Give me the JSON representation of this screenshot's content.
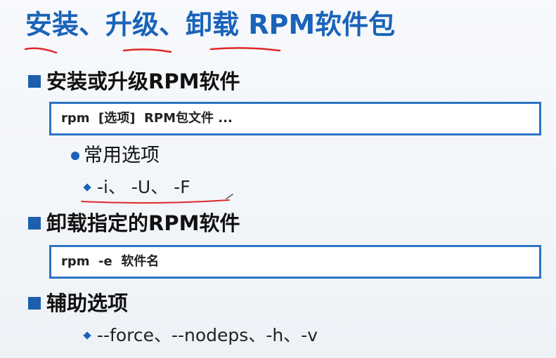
{
  "title": {
    "part1": "安装、升级、卸载",
    "part2": " RPM软件包"
  },
  "sections": [
    {
      "heading": "安装或升级RPM软件",
      "command": "rpm  [选项]  RPM包文件 ...",
      "sub_label": "常用选项",
      "options": "-i、 -U、 -F"
    },
    {
      "heading": "卸载指定的RPM软件",
      "command": "rpm  -e  软件名"
    },
    {
      "heading": "辅助选项",
      "options": "--force、--nodeps、-h、-v"
    }
  ],
  "colors": {
    "title": "#1a63b8",
    "bullet": "#1c5fae",
    "box_border": "#2d74c4",
    "annotation": "#e0282a"
  }
}
